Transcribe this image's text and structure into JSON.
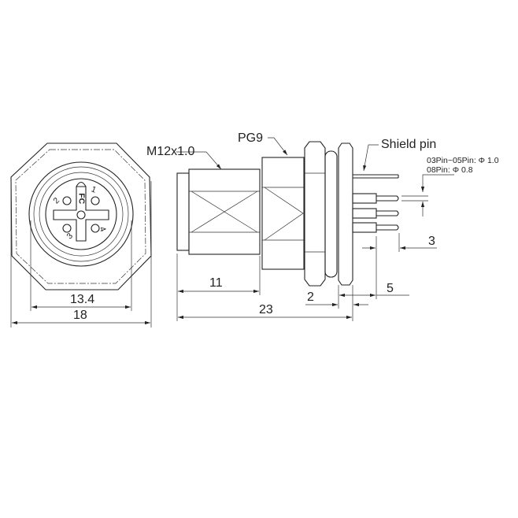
{
  "drawing": {
    "front_view": {
      "pin_labels": [
        "1",
        "2",
        "3",
        "4"
      ],
      "coding_label": "FC",
      "dim_inner": "13.4",
      "dim_outer": "18"
    },
    "side_view": {
      "thread_label": "M12x1.0",
      "gland_label": "PG9",
      "shield_label": "Shield pin",
      "pin_note_1": "03Pin~05Pin: Φ 1.0",
      "pin_note_2": "08Pin: Φ 0.8",
      "dim_thread_length": "11",
      "dim_total_length": "23",
      "dim_panel": "2",
      "dim_pin_length": "5",
      "dim_pin_tip": "3"
    }
  }
}
